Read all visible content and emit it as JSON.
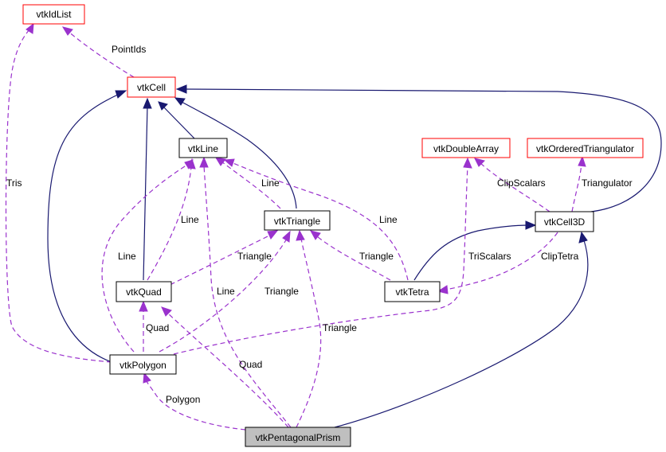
{
  "nodes": {
    "vtkIdList": "vtkIdList",
    "vtkCell": "vtkCell",
    "vtkLine": "vtkLine",
    "vtkDoubleArray": "vtkDoubleArray",
    "vtkOrderedTriangulator": "vtkOrderedTriangulator",
    "vtkTriangle": "vtkTriangle",
    "vtkCell3D": "vtkCell3D",
    "vtkQuad": "vtkQuad",
    "vtkTetra": "vtkTetra",
    "vtkPolygon": "vtkPolygon",
    "vtkPentagonalPrism": "vtkPentagonalPrism"
  },
  "edge_labels": {
    "pointids": "PointIds",
    "tris": "Tris",
    "line_line_triangle": "Line",
    "line_quad": "Line",
    "line_polygon": "Line",
    "line_prism": "Line",
    "line_tetra": "Line",
    "clipscalars": "ClipScalars",
    "triangulator": "Triangulator",
    "triangle_quad": "Triangle",
    "triangle_tetra": "Triangle",
    "triangle_polygon": "Triangle",
    "triangle_prism": "Triangle",
    "triscalars": "TriScalars",
    "cliptetra": "ClipTetra",
    "quad_polygon": "Quad",
    "quad_prism": "Quad",
    "polygon_prism": "Polygon"
  },
  "colors": {
    "inheritance_edge": "#191970",
    "usage_edge": "#9a32cd",
    "undocumented_border": "#ff0000",
    "documented_border": "#000000",
    "focus_fill": "#bfbfbf"
  }
}
